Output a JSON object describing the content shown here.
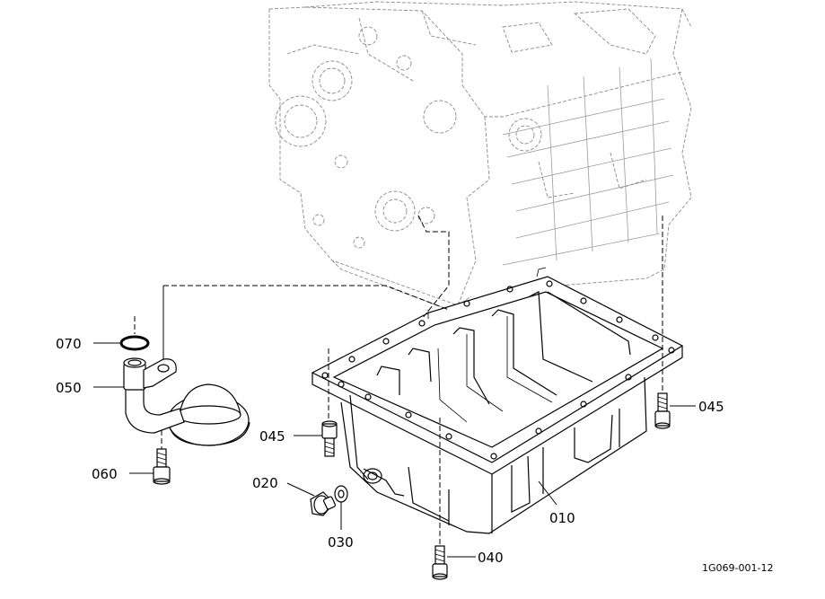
{
  "labels": {
    "p010": "010",
    "p020": "020",
    "p030": "030",
    "p040": "040",
    "p045_left": "045",
    "p045_right": "045",
    "p050": "050",
    "p060": "060",
    "p070": "070"
  },
  "drawing_code": "1G069-001-12"
}
